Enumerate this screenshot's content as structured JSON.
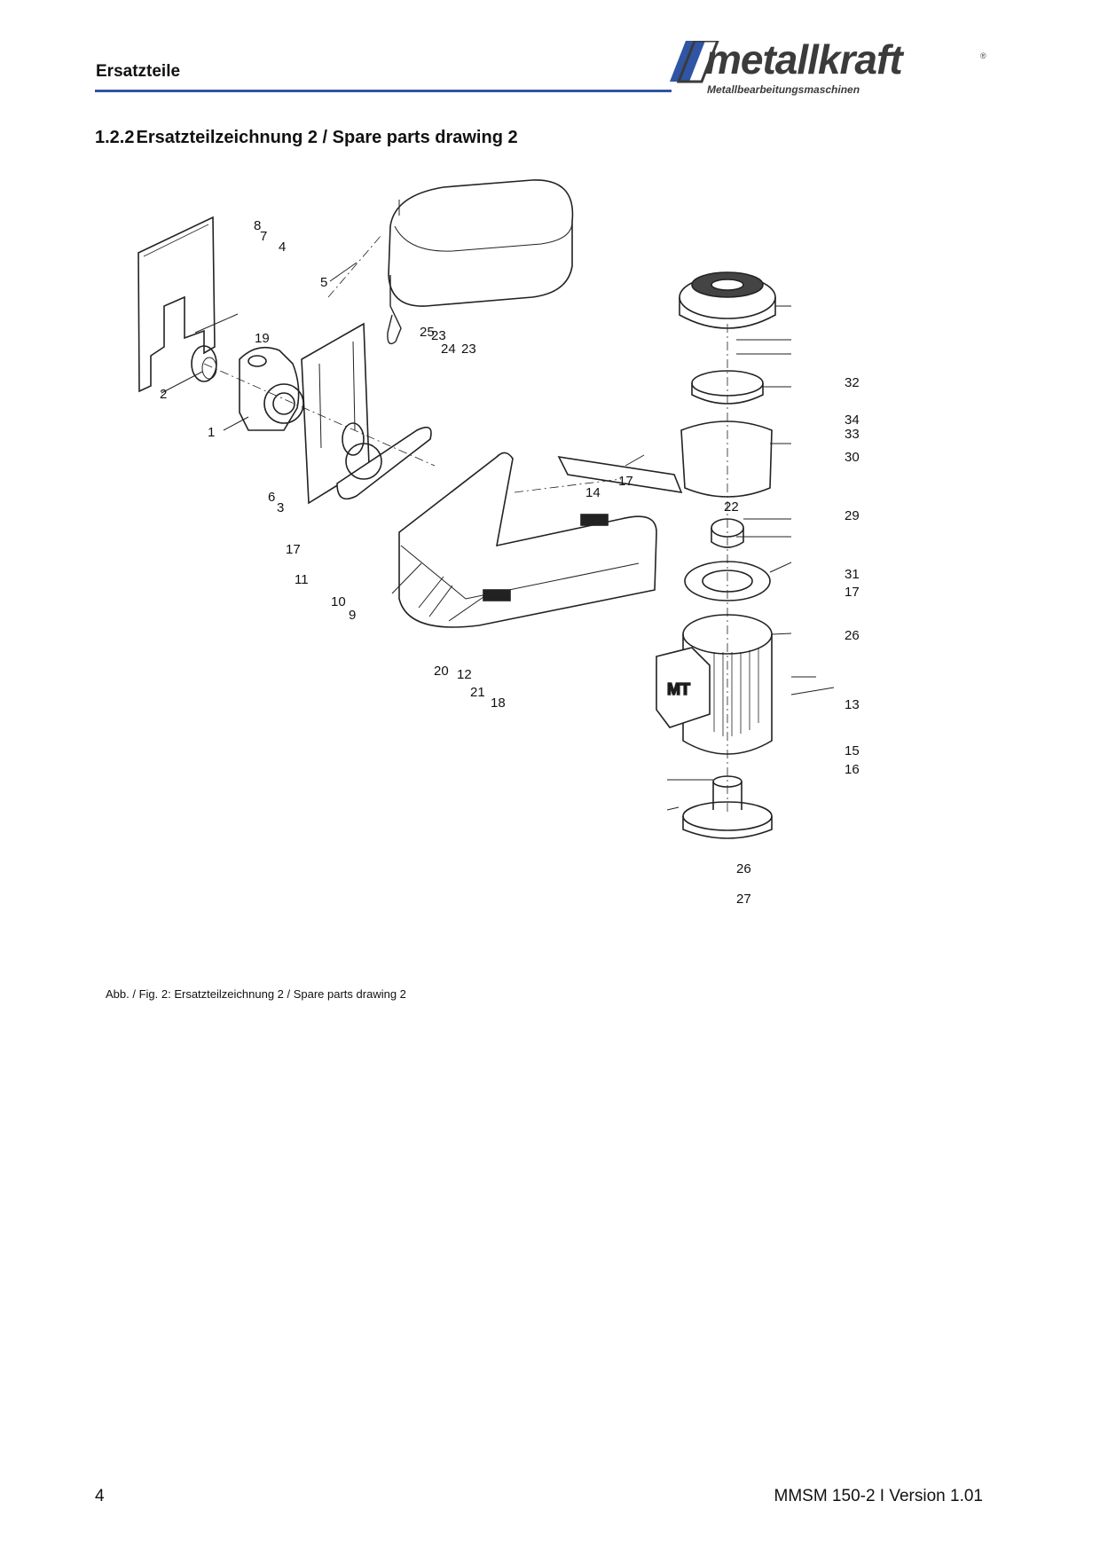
{
  "header": {
    "title": "Ersatzteile",
    "logo_text": "metallkraft",
    "logo_registered": "®",
    "logo_subtitle": "Metallbearbeitungsmaschinen",
    "rule_color": "#2f55a4"
  },
  "section": {
    "number": "1.2.2",
    "title": "Ersatzteilzeichnung 2 / Spare parts drawing 2"
  },
  "drawing": {
    "part_labels": [
      "1",
      "2",
      "3",
      "4",
      "5",
      "6",
      "7",
      "8",
      "9",
      "10",
      "11",
      "12",
      "13",
      "14",
      "15",
      "16",
      "17",
      "17",
      "17",
      "18",
      "19",
      "20",
      "21",
      "22",
      "23",
      "23",
      "24",
      "25",
      "26",
      "26",
      "27",
      "29",
      "30",
      "31",
      "32",
      "33",
      "34"
    ],
    "motor_badge": "MT"
  },
  "caption": "Abb. / Fig. 2: Ersatzteilzeichnung 2 / Spare parts drawing 2",
  "footer": {
    "page_number": "4",
    "model_version": "MMSM 150-2 I Version 1.01"
  }
}
